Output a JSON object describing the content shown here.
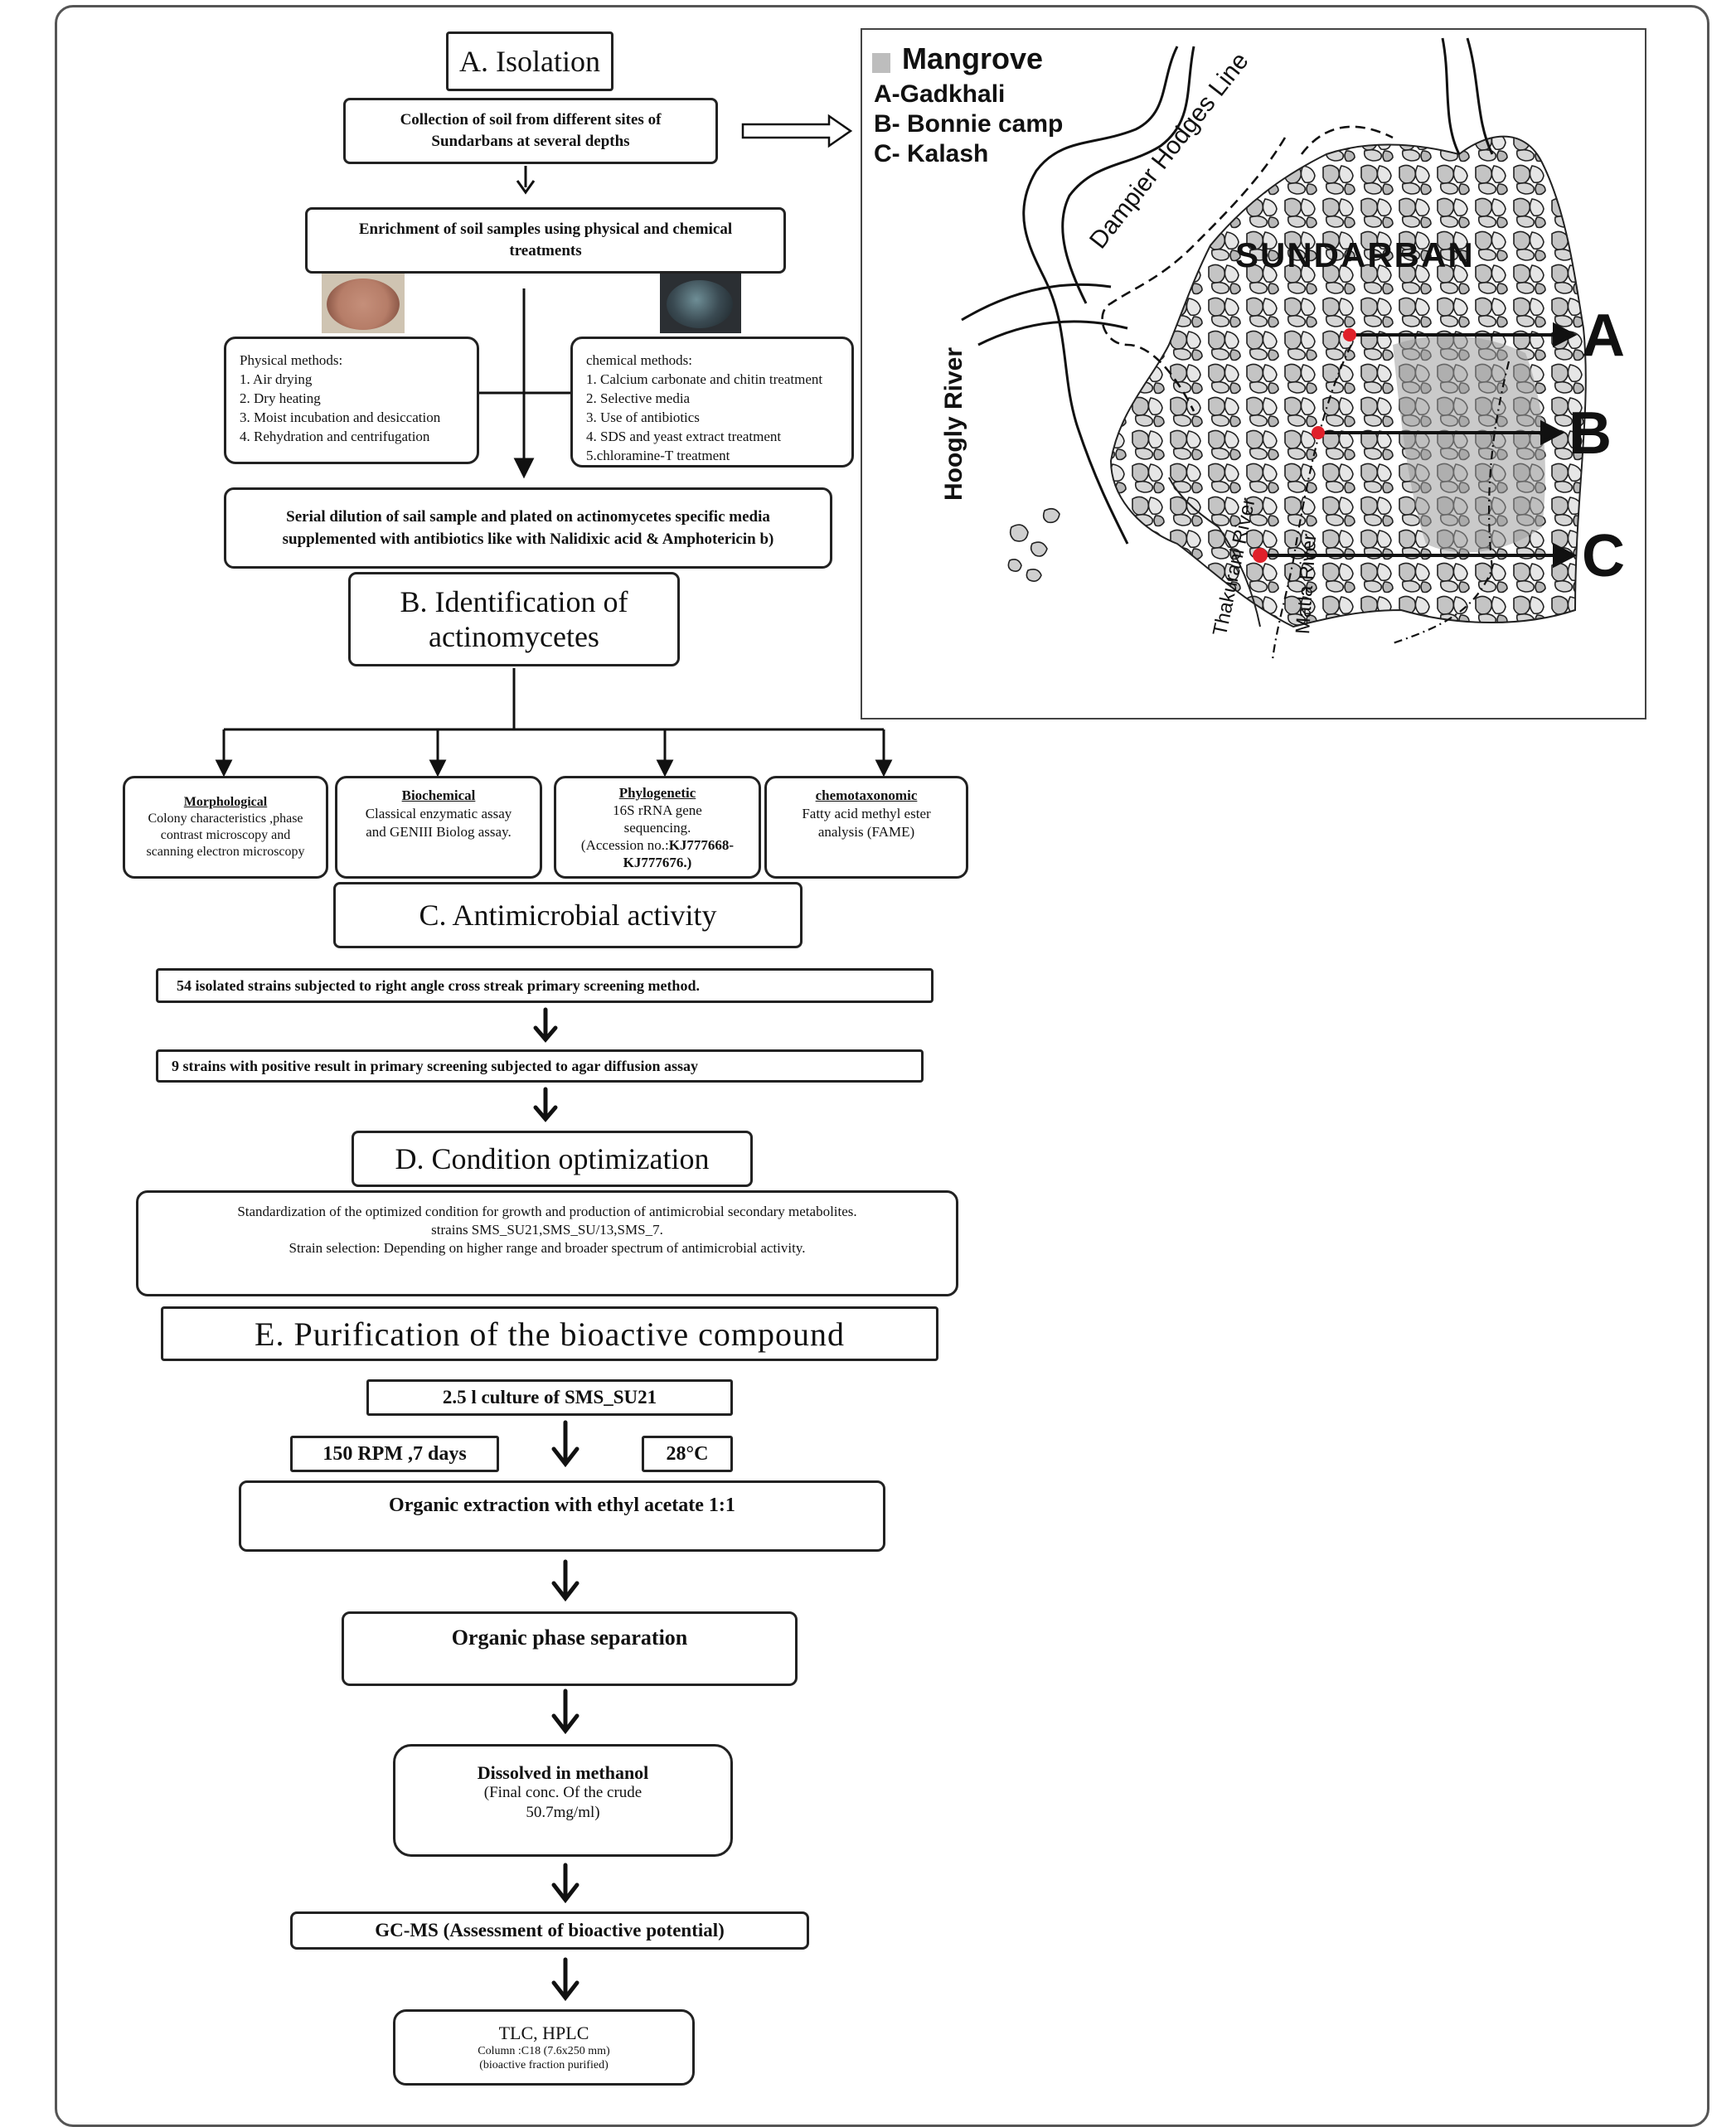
{
  "sectionA": {
    "title": "A. Isolation",
    "collection": [
      "Collection of soil from different sites of",
      "Sundarbans at several depths"
    ],
    "enrichment": [
      "Enrichment of soil samples using physical and chemical",
      "treatments"
    ],
    "physical": {
      "heading": "Physical methods:",
      "items": [
        "1. Air drying",
        "2. Dry heating",
        "3. Moist incubation and desiccation",
        "4. Rehydration and centrifugation"
      ]
    },
    "chemical": {
      "heading": "chemical methods:",
      "items": [
        "1. Calcium carbonate and chitin treatment",
        "2. Selective media",
        "3. Use of antibiotics",
        "4. SDS and yeast extract treatment",
        "5.chloramine-T treatment"
      ]
    },
    "serial": [
      "Serial dilution of sail sample and plated on actinomycetes specific media",
      "supplemented with antibiotics  like with Nalidixic acid & Amphotericin b)"
    ]
  },
  "map": {
    "legend_title": "Mangrove",
    "legend_items": [
      "A-Gadkhali",
      "B- Bonnie camp",
      "C- Kalash"
    ],
    "labels": {
      "dampier": "Dampier Hodges Line",
      "sundarban": "SUNDARBAN",
      "hoogly": "Hoogly River",
      "thakurani": "Thakurani River",
      "matla": "Matla River"
    },
    "site_letters": [
      "A",
      "B",
      "C"
    ],
    "colors": {
      "mangrove": "#bdbdbd",
      "site": "#e0202a"
    }
  },
  "sectionB": {
    "title": [
      "B. Identification of",
      "actinomycetes"
    ],
    "morph": {
      "heading": "Morphological",
      "lines": [
        "Colony characteristics ,phase",
        "contrast microscopy and",
        "scanning electron microscopy"
      ]
    },
    "bio": {
      "heading": "Biochemical",
      "lines": [
        "Classical enzymatic assay",
        "and GENIII  Biolog assay."
      ]
    },
    "phylo": {
      "heading": "Phylogenetic",
      "lines": [
        "16S rRNA gene",
        "sequencing."
      ],
      "accession_prefix": "(Accession no.:",
      "accession_a": "KJ777668-",
      "accession_b": "KJ777676.)"
    },
    "chemo": {
      "heading": "chemotaxonomic",
      "lines": [
        "Fatty acid methyl ester",
        "analysis (FAME)"
      ]
    }
  },
  "sectionC": {
    "title": "C. Antimicrobial activity",
    "step1": "54 isolated strains subjected to right angle cross streak primary screening  method.",
    "step2": "9 strains with positive result in primary screening  subjected to agar diffusion assay"
  },
  "sectionD": {
    "title": "D. Condition optimization",
    "lines": [
      "Standardization of the optimized condition for growth and production of antimicrobial secondary metabolites.",
      "strains SMS_SU21,SMS_SU/13,SMS_7.",
      "Strain selection: Depending on higher range and broader spectrum of antimicrobial activity."
    ]
  },
  "sectionE": {
    "title": "E. Purification of the bioactive compound",
    "culture": "2.5 l culture of SMS_SU21",
    "rpm": "150 RPM ,7 days",
    "temp": "28°C",
    "extraction": "Organic extraction with ethyl acetate 1:1",
    "phase": "Organic phase separation",
    "dissolved": {
      "title": "Dissolved in methanol",
      "lines": [
        "(Final conc. Of the crude",
        "50.7mg/ml)"
      ]
    },
    "gcms": "GC-MS (Assessment of bioactive potential)",
    "tlc": {
      "title": "TLC, HPLC",
      "lines": [
        "Column :C18 (7.6x250 mm)",
        "(bioactive fraction purified)"
      ]
    }
  }
}
